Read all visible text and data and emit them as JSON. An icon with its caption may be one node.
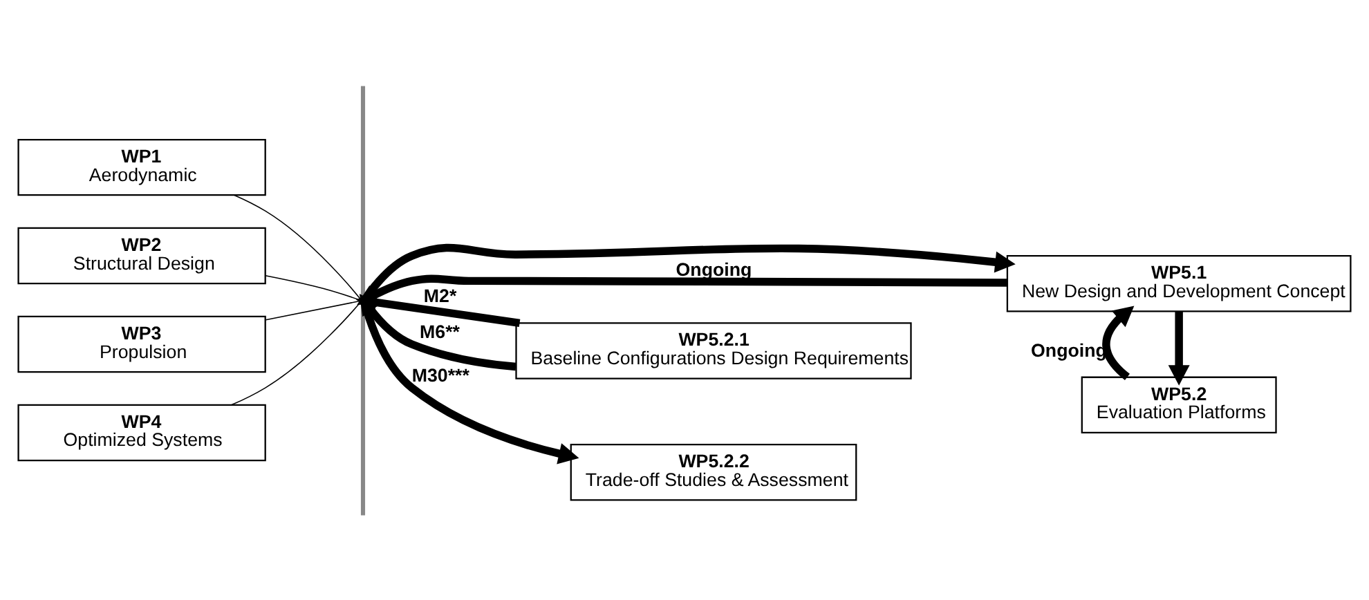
{
  "diagram": {
    "nodes": [
      {
        "text": [
          "WP1",
          "Aerodynamic"
        ]
      },
      {
        "text": [
          "WP2",
          "Structural Design"
        ]
      },
      {
        "text": [
          "WP3",
          "Propulsion"
        ]
      },
      {
        "text": [
          "WP4",
          "Optimized Systems"
        ]
      },
      {
        "text": [],
        "shape": "bar"
      },
      {
        "text": [
          "WP5.1",
          "New Design and Development Concept"
        ]
      },
      {
        "text": [
          "WP5.2.1",
          "Baseline Configurations Design Requirements"
        ]
      },
      {
        "text": [
          "WP5.2.2",
          "Trade-off Studies & Assessment"
        ]
      },
      {
        "text": [
          "WP5.2",
          "Evaluation Platforms"
        ]
      }
    ],
    "edges": [
      {
        "from": 0,
        "to": 4,
        "arrow": "none"
      },
      {
        "from": 1,
        "to": 4,
        "arrow": "none"
      },
      {
        "from": 2,
        "to": 4,
        "arrow": "none"
      },
      {
        "from": 3,
        "to": 4,
        "arrow": "none"
      },
      {
        "from": 5,
        "to": 4,
        "arrow": "to",
        "label": "Ongoing"
      },
      {
        "from": 4,
        "to": 5,
        "arrow": "to"
      },
      {
        "from": 6,
        "to": 4,
        "arrow": "to",
        "label": "M2*"
      },
      {
        "from": 6,
        "to": 4,
        "arrow": "to",
        "label": "M6**"
      },
      {
        "from": 4,
        "to": 7,
        "arrow": "to",
        "label": "M30***"
      },
      {
        "from": 5,
        "to": 8,
        "arrow": "to"
      },
      {
        "from": 8,
        "to": 5,
        "arrow": "to",
        "label": "Ongoing"
      }
    ]
  }
}
